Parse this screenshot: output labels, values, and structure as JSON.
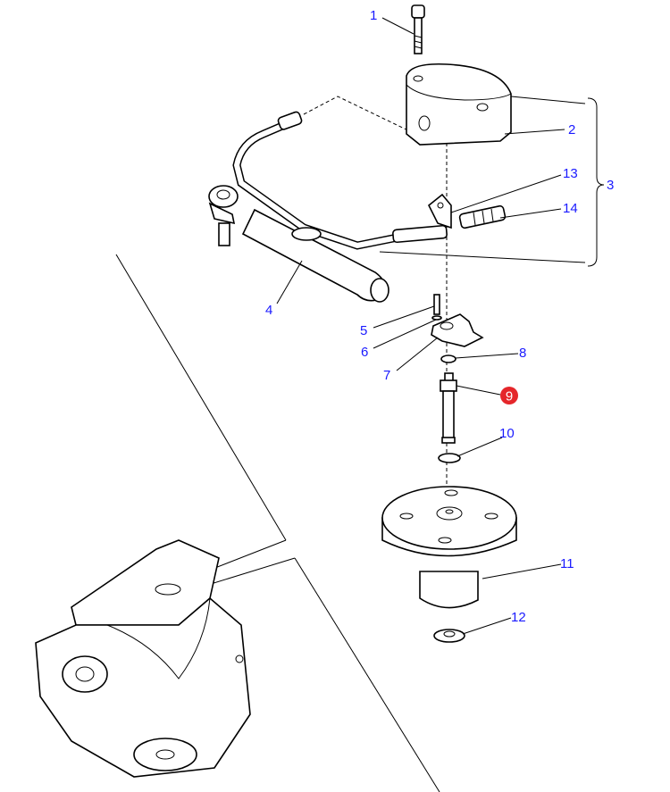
{
  "diagram": {
    "callouts": [
      "1",
      "2",
      "3",
      "4",
      "5",
      "6",
      "7",
      "8",
      "9",
      "10",
      "11",
      "12",
      "13",
      "14"
    ],
    "highlighted_callout": "9",
    "colors": {
      "label": "#1a1aff",
      "highlight": "#e5262a",
      "line": "#000000"
    }
  }
}
